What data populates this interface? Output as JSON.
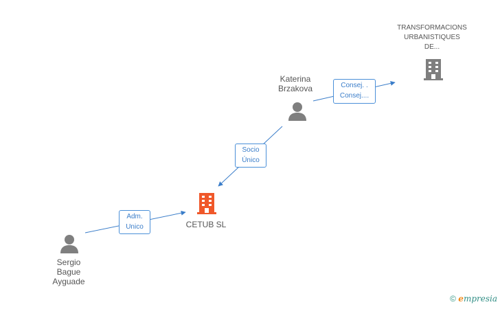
{
  "nodes": {
    "transformacions": {
      "lines": [
        "TRANSFORMACIONS",
        "URBANISTIQUES",
        "DE..."
      ],
      "type": "company",
      "color": "#7f7f7f"
    },
    "katerina": {
      "lines": [
        "Katerina",
        "Brzakova"
      ],
      "type": "person"
    },
    "cetub": {
      "lines": [
        "CETUB SL"
      ],
      "type": "company",
      "color": "#f0582a"
    },
    "sergio": {
      "lines": [
        "Sergio",
        "Bague",
        "Ayguade"
      ],
      "type": "person"
    }
  },
  "edges": {
    "katerina_to_transformacions": {
      "lines": [
        "Consej. .",
        "Consej...."
      ]
    },
    "katerina_to_cetub": {
      "lines": [
        "Socio",
        "Único"
      ]
    },
    "sergio_to_cetub": {
      "lines": [
        "Adm.",
        "Unico"
      ]
    }
  },
  "colors": {
    "edge": "#3a7dc9",
    "person_icon": "#7f7f7f"
  },
  "footer": {
    "copyright_symbol": "©",
    "brand_first": "e",
    "brand_rest": "mpresia"
  }
}
